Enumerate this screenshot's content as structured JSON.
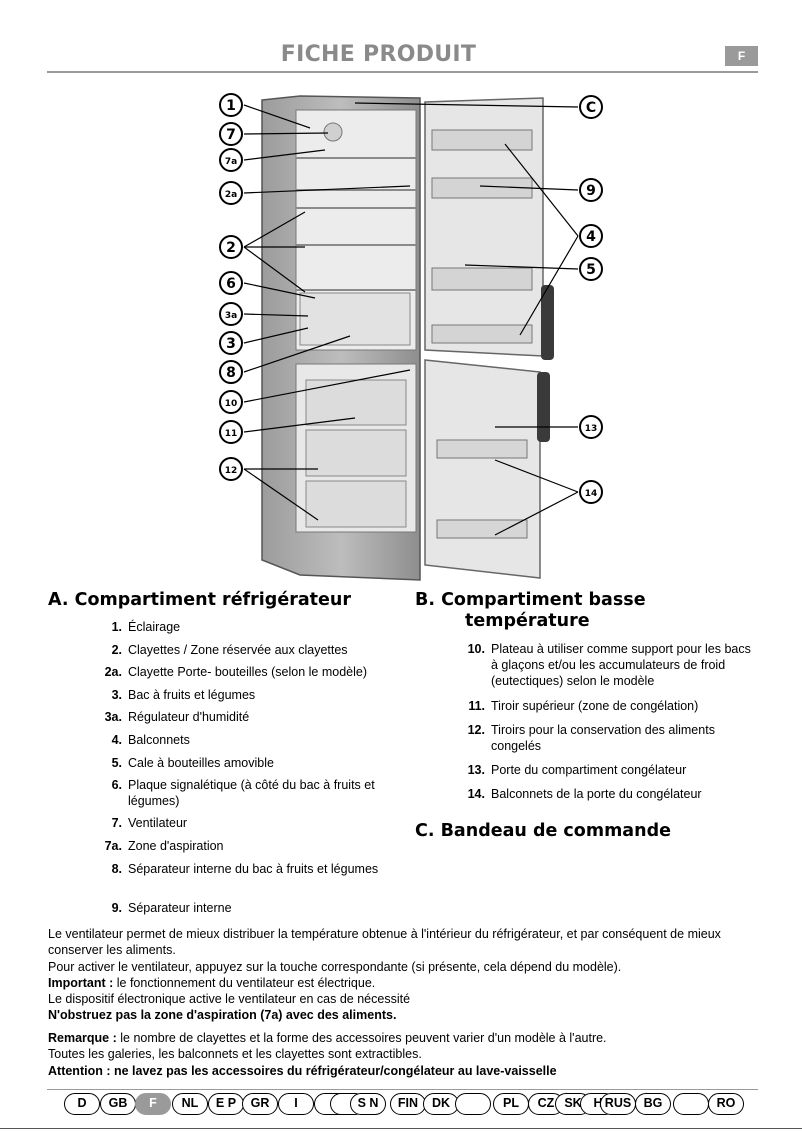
{
  "header": {
    "title": "FICHE PRODUIT",
    "lang_badge": "F"
  },
  "diagram": {
    "callouts": [
      "1",
      "7",
      "7a",
      "2a",
      "2",
      "6",
      "3a",
      "3",
      "8",
      "10",
      "11",
      "12",
      "C",
      "9",
      "4",
      "5",
      "13",
      "14"
    ]
  },
  "section_a": {
    "title": "A. Compartiment réfrigérateur",
    "items": [
      {
        "num": "1.",
        "text": "Éclairage"
      },
      {
        "num": "2.",
        "text": "Clayettes / Zone réservée aux clayettes"
      },
      {
        "num": "2a.",
        "text": "Clayette Porte- bouteilles (selon le modèle)"
      },
      {
        "num": "3.",
        "text": "Bac à fruits et légumes"
      },
      {
        "num": "3a.",
        "text": "Régulateur d'humidité"
      },
      {
        "num": "4.",
        "text": "Balconnets"
      },
      {
        "num": "5.",
        "text": "Cale à bouteilles amovible"
      },
      {
        "num": "6.",
        "text": "Plaque signalétique (à côté du bac à fruits et légumes)"
      },
      {
        "num": "7.",
        "text": "Ventilateur"
      },
      {
        "num": "7a.",
        "text": "Zone d'aspiration"
      },
      {
        "num": "8.",
        "text": "Séparateur interne du bac à fruits et légumes"
      },
      {
        "num": "9.",
        "text": "Séparateur interne"
      }
    ]
  },
  "section_b": {
    "title_line1": "B. Compartiment basse",
    "title_line2": "température",
    "items": [
      {
        "num": "10.",
        "text": "Plateau à utiliser comme support pour les bacs à glaçons et/ou les accumulateurs de froid (eutectiques) selon le modèle"
      },
      {
        "num": "11.",
        "text": "Tiroir supérieur (zone de congélation)"
      },
      {
        "num": "12.",
        "text": "Tiroirs pour la conservation des aliments congelés"
      },
      {
        "num": "13.",
        "text": "Porte du compartiment congélateur"
      },
      {
        "num": "14.",
        "text": "Balconnets de la porte du congélateur"
      }
    ]
  },
  "section_c": {
    "title": "C. Bandeau de commande"
  },
  "notes": {
    "fan_line1": "Le ventilateur permet de mieux distribuer la température obtenue à l'intérieur du réfrigérateur, et par conséquent de mieux conserver les aliments.",
    "fan_line2": "Pour activer le ventilateur, appuyez sur la touche correspondante (si présente, cela dépend du modèle).",
    "important_label": "Important :",
    "important_text": " le fonctionnement du ventilateur est électrique.",
    "fan_line4": "Le dispositif électronique active le ventilateur en cas de nécessité",
    "fan_warning": "N'obstruez pas la zone d'aspiration (7a) avec des aliments.",
    "remarque_label": "Remarque :",
    "remarque_text": " le nombre de clayettes et la forme des accessoires peuvent varier d'un modèle à l'autre.",
    "extractible": "Toutes les galeries, les balconnets et les clayettes sont extractibles.",
    "attention": "Attention : ne lavez pas les accessoires du réfrigérateur/congélateur au lave-vaisselle"
  },
  "language_bar": [
    {
      "code": "D"
    },
    {
      "code": "GB"
    },
    {
      "code": "F",
      "active": true
    },
    {
      "code": "NL"
    },
    {
      "code": "E P"
    },
    {
      "code": "GR"
    },
    {
      "code": "I"
    },
    {
      "code": ""
    },
    {
      "code": ""
    },
    {
      "code": "S N"
    },
    {
      "code": "FIN"
    },
    {
      "code": "DK"
    },
    {
      "code": ""
    },
    {
      "code": "PL"
    },
    {
      "code": "CZ"
    },
    {
      "code": "SK"
    },
    {
      "code": "H"
    },
    {
      "code": "RUS"
    },
    {
      "code": "BG"
    },
    {
      "code": ""
    },
    {
      "code": "RO"
    }
  ]
}
